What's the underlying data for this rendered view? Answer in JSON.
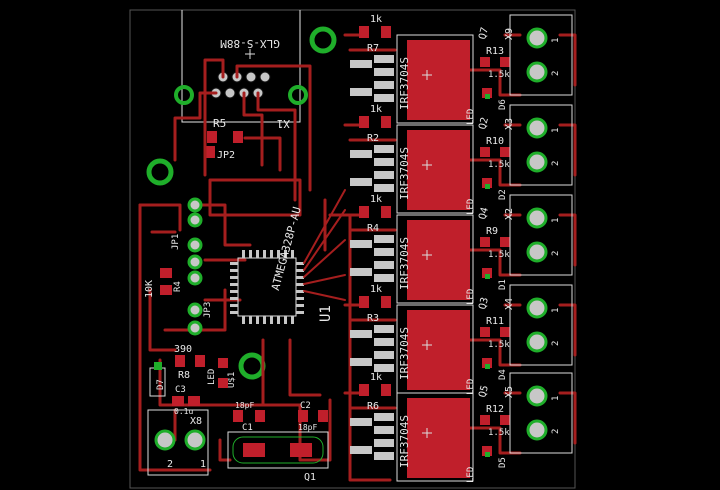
{
  "board": {
    "colors": {
      "background": "#000000",
      "trace": "#a51e1e",
      "copper": "#c01f2b",
      "pad": "#c7c7c7",
      "silk": "#e8e8e8",
      "via": "#1fae2a"
    },
    "labels": {
      "connector_x1_part": "GLX-S-88M",
      "connector_x1_ref": "X1",
      "r5": "R5",
      "jp2": "JP2",
      "mcu_part": "ATMEGA328P-AU",
      "u1": "U1",
      "jp1": "JP1",
      "jp3": "JP3",
      "r4_left": "R4",
      "k10": "10K",
      "r390": "390",
      "r8": "R8",
      "led_left": "LED",
      "u_dollar": "U$1",
      "d7": "D7",
      "c3": "C3",
      "c3_val": "0.1u",
      "x8": "X8",
      "c18pf_a": "18pF",
      "c1": "C1",
      "c2": "C2",
      "c18pf_b": "18pF",
      "q1": "Q1",
      "x2_pin1": "1",
      "x2_pin2": "2"
    },
    "channels": [
      {
        "r_top_val": "1k",
        "r_top": "R7",
        "mosfet": "IRF3704S",
        "q": "Q7",
        "r_side": "R13",
        "r_side_val": "1.5k",
        "led": "LED",
        "d": "D6",
        "x": "X9",
        "p1": "1",
        "p2": "2"
      },
      {
        "r_top_val": "1k",
        "r_top": "R2",
        "mosfet": "IRF3704S",
        "q": "Q2",
        "r_side": "R10",
        "r_side_val": "1.5k",
        "led": "LED",
        "d": "D2",
        "x": "X3",
        "p1": "1",
        "p2": "2"
      },
      {
        "r_top_val": "1k",
        "r_top": "R4",
        "mosfet": "IRF3704S",
        "q": "Q4",
        "r_side": "R9",
        "r_side_val": "1.5k",
        "led": "LED",
        "d": "D1",
        "x": "X2",
        "p1": "1",
        "p2": "2"
      },
      {
        "r_top_val": "1k",
        "r_top": "R3",
        "mosfet": "IRF3704S",
        "q": "Q3",
        "r_side": "R11",
        "r_side_val": "1.5k",
        "led": "LED",
        "d": "D4",
        "x": "X4",
        "p1": "1",
        "p2": "2"
      },
      {
        "r_top_val": "1k",
        "r_top": "R6",
        "mosfet": "IRF3704S",
        "q": "Q5",
        "r_side": "R12",
        "r_side_val": "1.5k",
        "led": "LED",
        "d": "D5",
        "x": "X5",
        "p1": "1",
        "p2": "2"
      }
    ]
  }
}
